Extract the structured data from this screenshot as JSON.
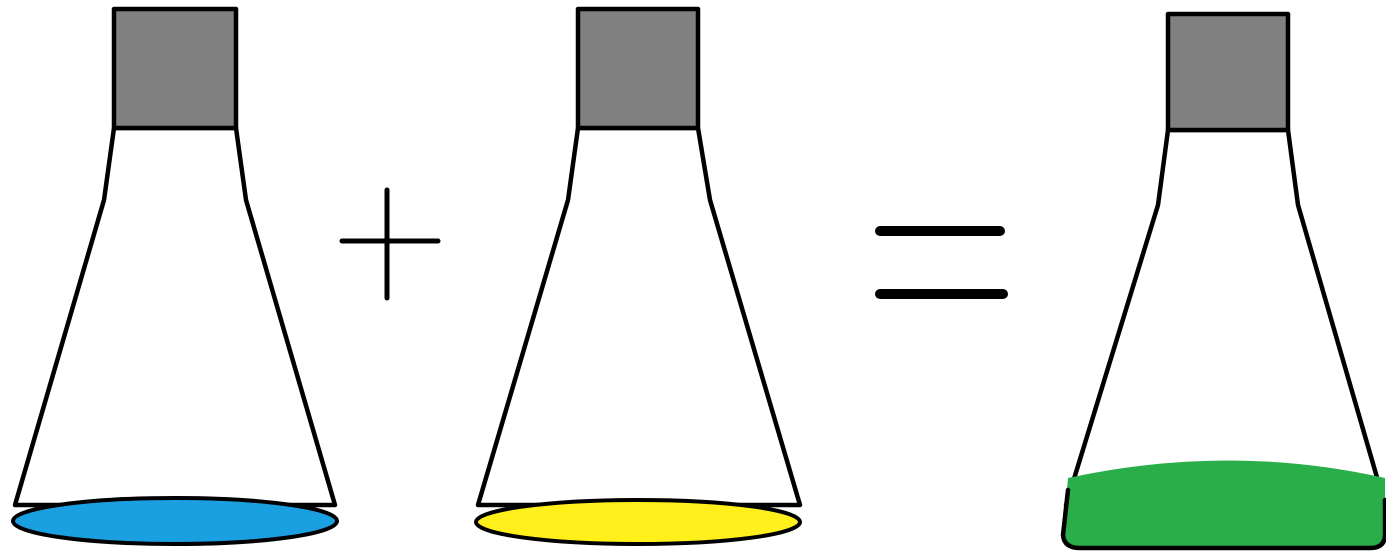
{
  "colors": {
    "stopper": "#808080",
    "outline": "#000000",
    "background": "#ffffff",
    "liquid_blue": "#1a9fe0",
    "liquid_yellow": "#ffef1a",
    "liquid_green": "#2aae4a"
  },
  "flasks": [
    {
      "position": "left",
      "liquid": "blue"
    },
    {
      "position": "middle",
      "liquid": "yellow"
    },
    {
      "position": "right",
      "liquid": "green"
    }
  ],
  "operators": [
    "plus",
    "equals"
  ]
}
